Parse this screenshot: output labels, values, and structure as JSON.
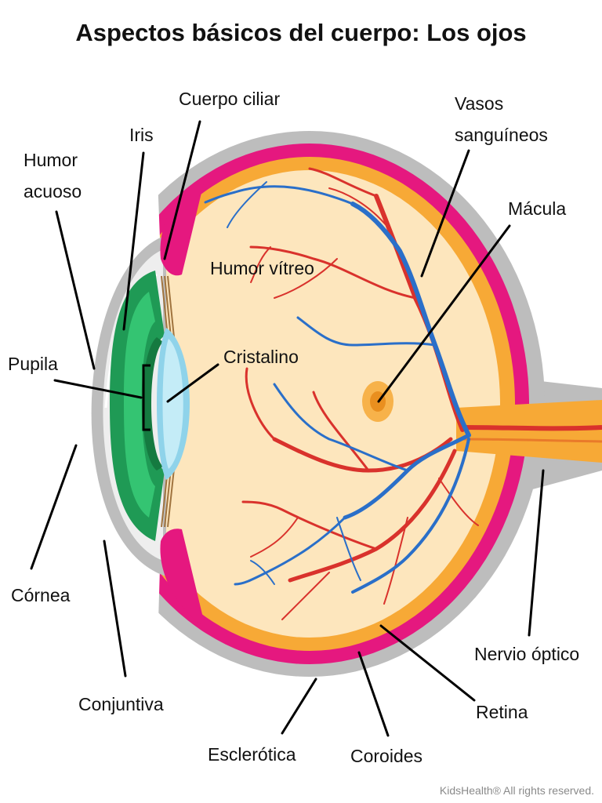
{
  "title": "Aspectos básicos del cuerpo: Los ojos",
  "labels": {
    "cuerpo_ciliar": "Cuerpo ciliar",
    "iris": "Iris",
    "humor_acuoso_1": "Humor",
    "humor_acuoso_2": "acuoso",
    "vasos_1": "Vasos",
    "vasos_2": "sanguíneos",
    "macula": "Mácula",
    "humor_vitreo": "Humor vítreo",
    "cristalino": "Cristalino",
    "pupila": "Pupila",
    "cornea": "Córnea",
    "conjuntiva": "Conjuntiva",
    "nervio_optico": "Nervio óptico",
    "retina": "Retina",
    "esclerotica": "Esclerótica",
    "coroides": "Coroides"
  },
  "credit": "KidsHealth® All rights reserved.",
  "colors": {
    "sclera": "#bdbdbd",
    "choroid": "#e5187f",
    "retina": "#f7a936",
    "vitreous": "#fde6bd",
    "iris": "#1f9a55",
    "lens": "#8fd3ea",
    "artery": "#d9322c",
    "vein": "#2a6fc9"
  }
}
